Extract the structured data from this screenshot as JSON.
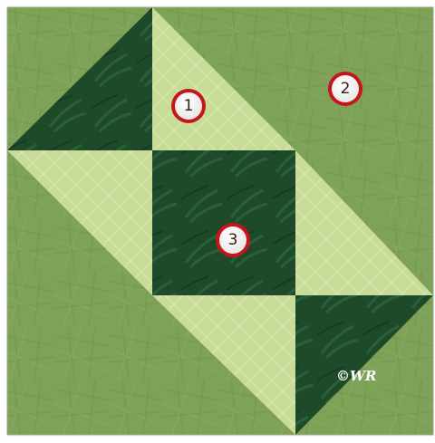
{
  "diagram": {
    "colors": {
      "background": "#7ea257",
      "dark_green": "#1f4a2a",
      "light_green": "#c7dc96",
      "marker_red": "#c8141c",
      "marker_face": "#ffffff"
    },
    "markers": [
      {
        "label": "1"
      },
      {
        "label": "2"
      },
      {
        "label": "3"
      }
    ],
    "copyright": "©WR"
  }
}
